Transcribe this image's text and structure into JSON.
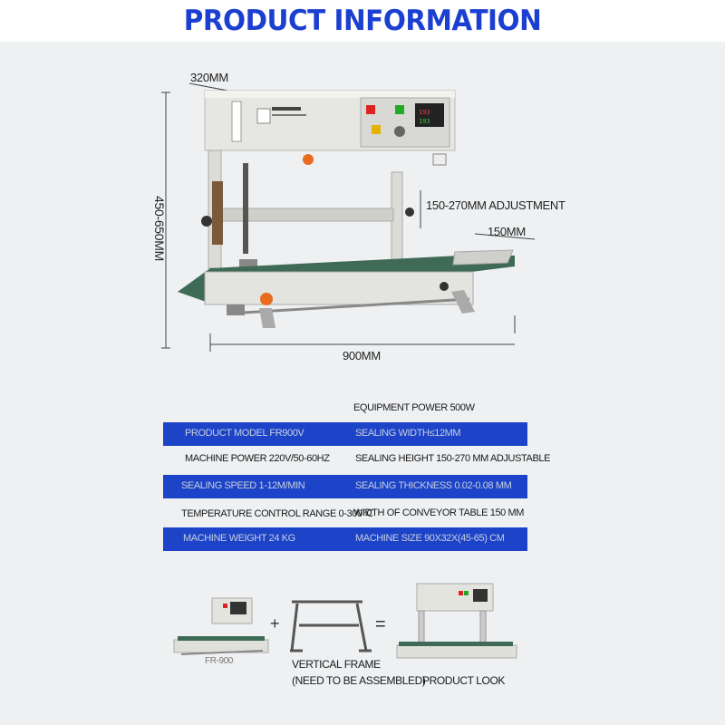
{
  "header": {
    "title": "PRODUCT INFORMATION"
  },
  "dimensions": {
    "depth": "320MM",
    "height": "450-650MM",
    "adjustment": "150-270MM ADJUSTMENT",
    "table_width": "150MM",
    "length": "900MM"
  },
  "specs": {
    "top_line": "EQUIPMENT POWER 500W",
    "rows": [
      {
        "left": "PRODUCT MODEL FR900V",
        "right": "SEALING WIDTH≤12MM"
      },
      {
        "left": "MACHINE POWER 220V/50-60HZ",
        "right": "SEALING HEIGHT 150-270 MM ADJUSTABLE"
      },
      {
        "left": "SEALING SPEED 1-12M/MIN",
        "right": "SEALING THICKNESS 0.02-0.08 MM"
      },
      {
        "left": "TEMPERATURE CONTROL RANGE 0-300℃",
        "right": "WIDTH OF CONVEYOR TABLE 150 MM"
      },
      {
        "left": "MACHINE WEIGHT 24 KG",
        "right": "MACHINE SIZE 90X32X(45-65) CM"
      }
    ]
  },
  "assembly": {
    "base_label": "FR-900",
    "plus": "+",
    "frame_label_1": "VERTICAL FRAME",
    "frame_label_2": "(NEED TO BE ASSEMBLED)",
    "equals": "=",
    "result_label": "PRODUCT LOOK"
  },
  "colors": {
    "title_blue": "#1b3fd0",
    "row_blue": "#1d44c8",
    "panel_bg": "#eef0f2"
  }
}
